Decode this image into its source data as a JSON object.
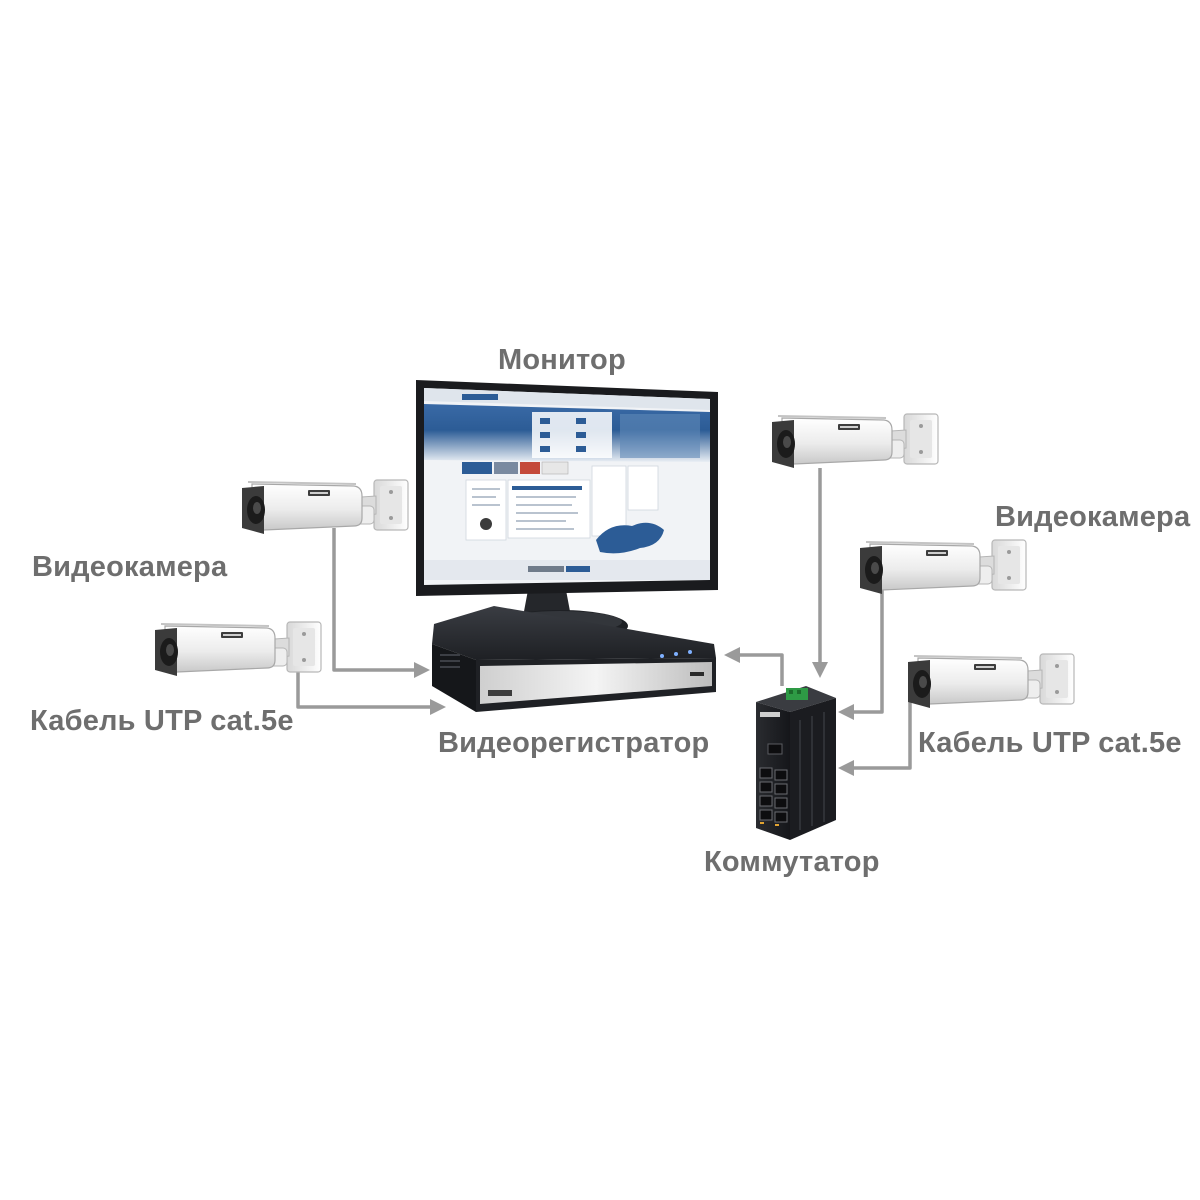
{
  "labels": {
    "monitor": "Монитор",
    "camera_left": "Видеокамера",
    "cable_left": "Кабель UTP cat.5e",
    "dvr": "Видеорегистратор",
    "camera_right": "Видеокамера",
    "cable_right": "Кабель UTP cat.5e",
    "switch": "Коммутатор"
  },
  "colors": {
    "label_text": "#6e6e6e",
    "cable": "#9a9a9a",
    "camera_body": "#f2f2f2",
    "device_dark": "#2b2e33",
    "screen_blue": "#2c5c96"
  },
  "icons": [
    "camera-icon",
    "monitor-icon",
    "dvr-icon",
    "switch-icon",
    "arrow-icon"
  ]
}
